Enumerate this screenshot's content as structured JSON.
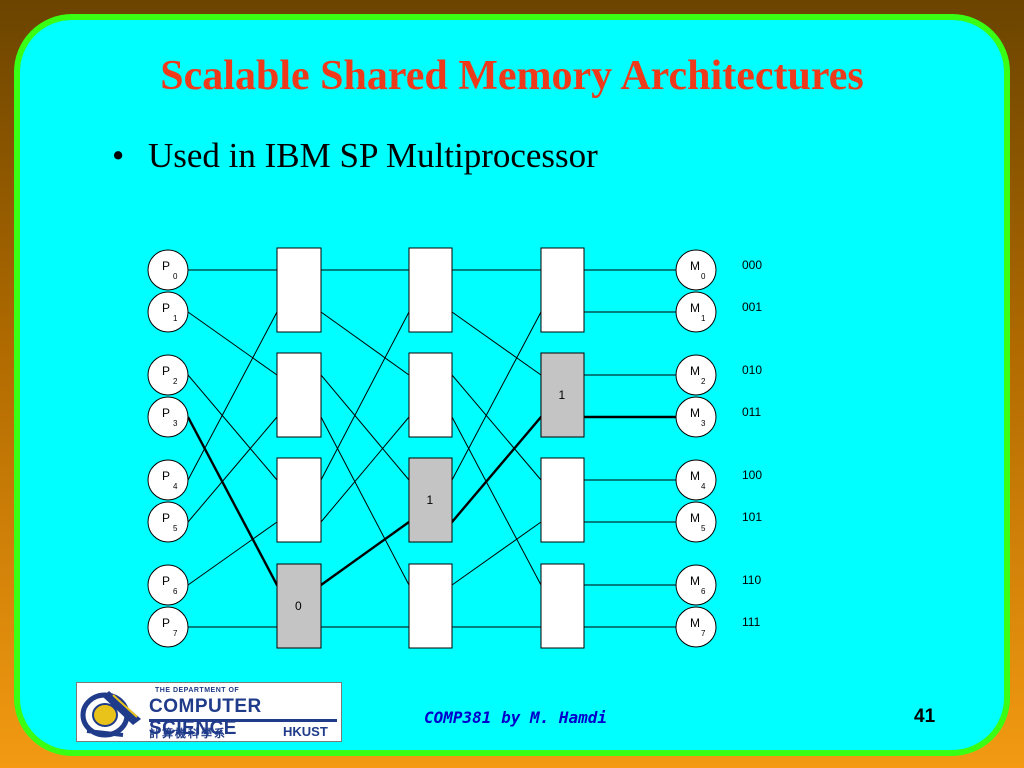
{
  "slide": {
    "title": "Scalable Shared Memory Architectures",
    "bullet_symbol": "•",
    "bullet": "Used in IBM SP Multiprocessor"
  },
  "diagram": {
    "processors": [
      {
        "label": "P",
        "sub": "0"
      },
      {
        "label": "P",
        "sub": "1"
      },
      {
        "label": "P",
        "sub": "2"
      },
      {
        "label": "P",
        "sub": "3"
      },
      {
        "label": "P",
        "sub": "4"
      },
      {
        "label": "P",
        "sub": "5"
      },
      {
        "label": "P",
        "sub": "6"
      },
      {
        "label": "P",
        "sub": "7"
      }
    ],
    "memories": [
      {
        "label": "M",
        "sub": "0",
        "address": "000"
      },
      {
        "label": "M",
        "sub": "1",
        "address": "001"
      },
      {
        "label": "M",
        "sub": "2",
        "address": "010"
      },
      {
        "label": "M",
        "sub": "3",
        "address": "011"
      },
      {
        "label": "M",
        "sub": "4",
        "address": "100"
      },
      {
        "label": "M",
        "sub": "5",
        "address": "101"
      },
      {
        "label": "M",
        "sub": "6",
        "address": "110"
      },
      {
        "label": "M",
        "sub": "7",
        "address": "111"
      }
    ],
    "stages": 3,
    "switches_per_stage": 4,
    "highlighted_switches": [
      {
        "stage": 0,
        "switch": 3,
        "label": "0"
      },
      {
        "stage": 1,
        "switch": 2,
        "label": "1"
      },
      {
        "stage": 2,
        "switch": 1,
        "label": "1"
      }
    ],
    "highlight_path": {
      "from_processor": 3,
      "to_memory": 3
    },
    "switch_fill": "#ffffff",
    "highlight_fill": "#c4c4c4"
  },
  "logo": {
    "line1": "THE DEPARTMENT OF",
    "line2": "COMPUTER SCIENCE",
    "line3": "計算機科學系",
    "line4": "HKUST"
  },
  "footer": {
    "course": "COMP381 by M. Hamdi",
    "page": "41"
  },
  "colors": {
    "title": "#ee3a1a",
    "panel": "#00ffff",
    "panel_border": "#39ff14",
    "footer_text": "#0000cc",
    "logo_blue": "#1f3b8a"
  }
}
